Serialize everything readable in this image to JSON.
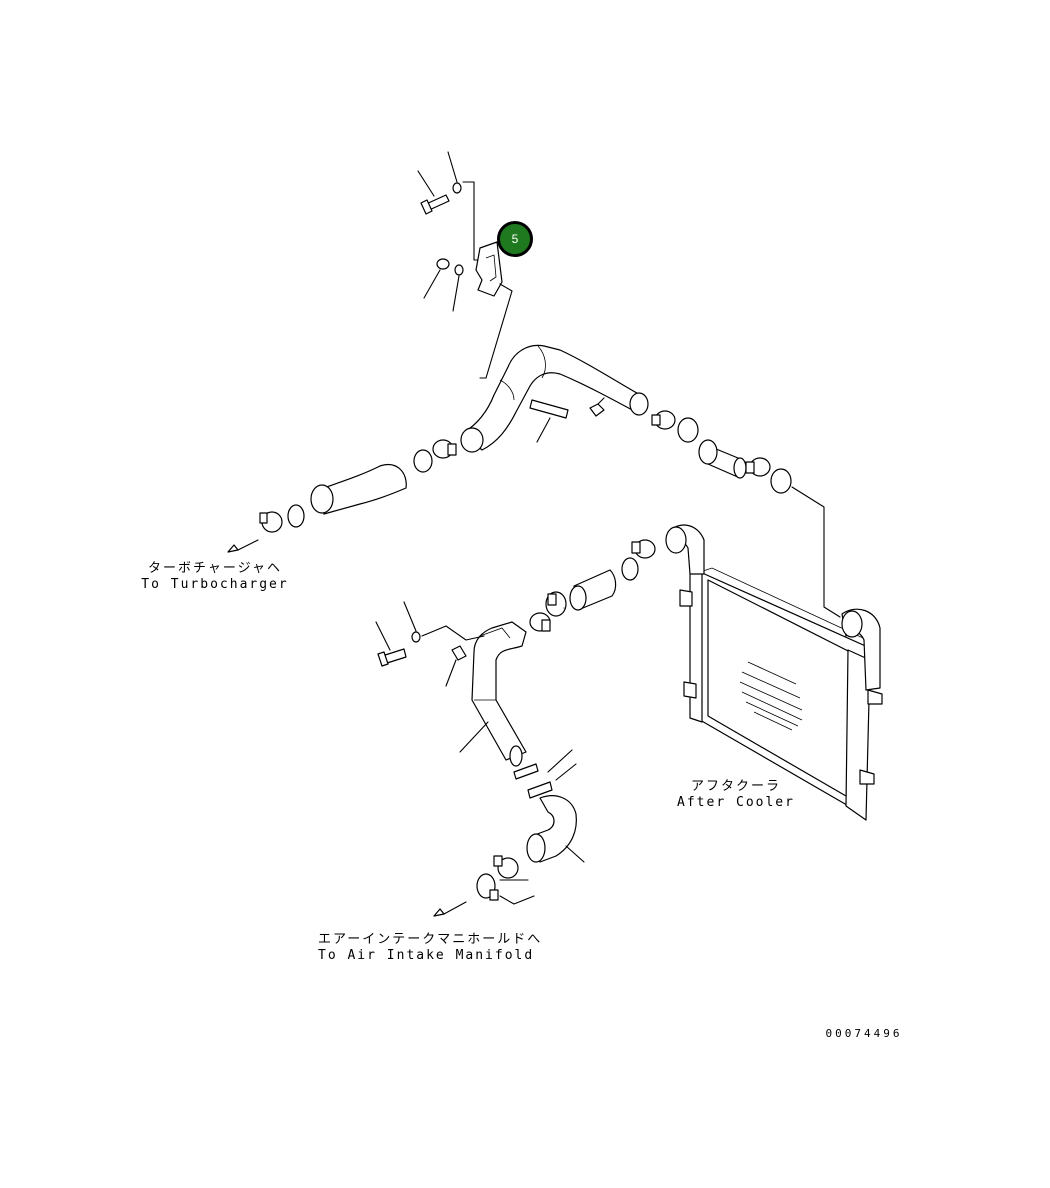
{
  "labels": {
    "turbo_jp": "ターボチャージャヘ",
    "turbo_en": "To Turbocharger",
    "aftercooler_jp": "アフタクーラ",
    "aftercooler_en": "After Cooler",
    "manifold_jp": "エアーインテークマニホールドへ",
    "manifold_en": "To Air Intake Manifold"
  },
  "drawing_number": "00074496",
  "callout": {
    "number": "5",
    "color": "#1f7a1f"
  }
}
